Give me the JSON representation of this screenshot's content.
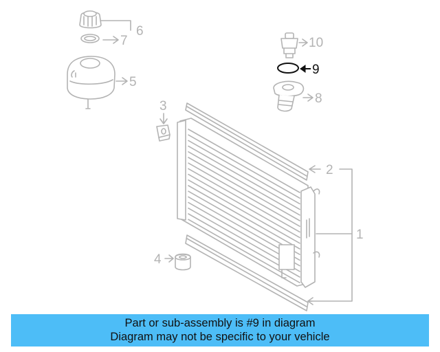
{
  "diagram": {
    "callouts": [
      {
        "id": "c1",
        "label": "1",
        "highlighted": false
      },
      {
        "id": "c2",
        "label": "2",
        "highlighted": false
      },
      {
        "id": "c3",
        "label": "3",
        "highlighted": false
      },
      {
        "id": "c4",
        "label": "4",
        "highlighted": false
      },
      {
        "id": "c5",
        "label": "5",
        "highlighted": false
      },
      {
        "id": "c6",
        "label": "6",
        "highlighted": false
      },
      {
        "id": "c7",
        "label": "7",
        "highlighted": false
      },
      {
        "id": "c8",
        "label": "8",
        "highlighted": false
      },
      {
        "id": "c9",
        "label": "9",
        "highlighted": true
      },
      {
        "id": "c10",
        "label": "10",
        "highlighted": false
      }
    ],
    "colors": {
      "line_gray": "#b3b3b3",
      "highlight": "#111111",
      "banner": "#4dbdf7"
    }
  },
  "banner": {
    "line1": "Part or sub-assembly is #9 in diagram",
    "line2": "Diagram may not be specific to your vehicle"
  }
}
